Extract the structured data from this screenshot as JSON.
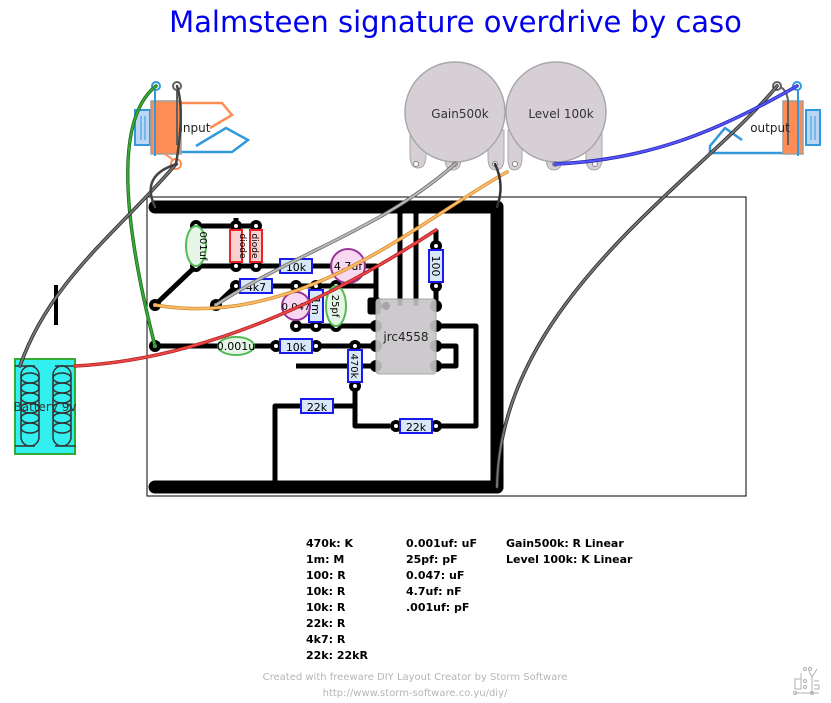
{
  "title": "Malmsteen signature overdrive by caso",
  "jacks": {
    "input_label": "input",
    "output_label": "output"
  },
  "pots": {
    "gain_label": "Gain500k",
    "level_label": "Level 100k"
  },
  "battery_label": "Battery 9v",
  "ic_label": "jrc4558",
  "components": {
    "cap_001uf_vertical": "001uf",
    "diode1": "diode",
    "diode2": "diode",
    "res_10k_top": "10k",
    "cap_47uf": "4.7uf",
    "res_4k7": "4k7",
    "cap_0047": "0.047",
    "res_1m": "1m",
    "cap_25pf": "25pf",
    "res_100": "100",
    "cap_0001u": "0.001u",
    "res_10k_bottom": "10k",
    "res_470k": "470k",
    "res_22k_left": "22k",
    "res_22k_right": "22k"
  },
  "bom": {
    "resistors": [
      "470k: K",
      "1m: M",
      "100: R",
      "10k: R",
      "10k: R",
      "22k: R",
      "4k7: R",
      "22k: 22kR"
    ],
    "capacitors": [
      "0.001uf: uF",
      "25pf: pF",
      "0.047: uF",
      "4.7uf: nF",
      ".001uf: pF"
    ],
    "pots": [
      "Gain500k: R Linear",
      "Level 100k: K Linear"
    ]
  },
  "footer": {
    "line1": "Created with freeware DIY Layout Creator by Storm Software",
    "line2": "http://www.storm-software.co.yu/diy/"
  },
  "colors": {
    "title": "#0000ee",
    "trace": "#000000",
    "resistor_border": "#1a1aee",
    "resistor_fill": "#d8e8f8",
    "film_cap_border": "#55bb55",
    "film_cap_fill": "#e6f6e6",
    "electrolytic_border": "#993399",
    "electrolytic_fill": "#f8d8f0",
    "diode_border": "#ee2222",
    "diode_fill": "#f8d0d0",
    "pot_fill": "#d6d0d6",
    "pot_border": "#a8a8a8",
    "ic_fill": "#c8c4c8",
    "battery_fill": "#33f0f0",
    "jack_orange": "#ff8c55",
    "jack_blue": "#3399dd",
    "wire_green": "#33aa33",
    "wire_red": "#ee3333",
    "wire_orange": "#ffaa55",
    "wire_grey": "#999999",
    "wire_black": "#444444",
    "wire_blue": "#3333ee"
  }
}
